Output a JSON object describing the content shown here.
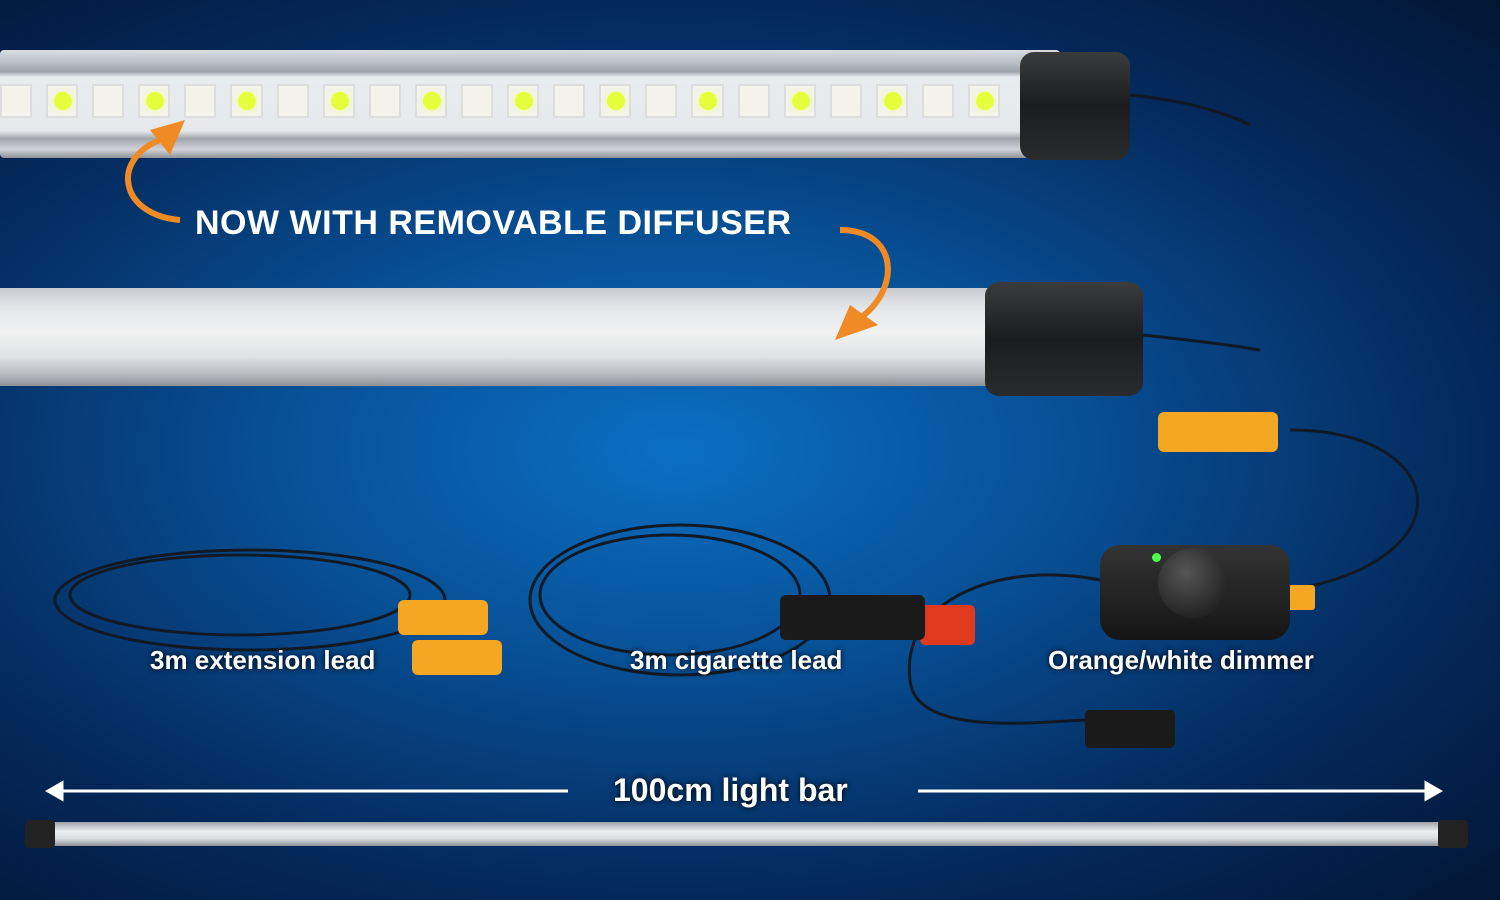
{
  "headline": "NOW WITH REMOVABLE DIFFUSER",
  "labels": {
    "extension": "3m extension lead",
    "cigarette": "3m cigarette lead",
    "dimmer": "Orange/white dimmer",
    "lightbar": "100cm light bar"
  },
  "colors": {
    "accent_arrow": "#f08a24",
    "connector_orange": "#f5a623",
    "plug_red": "#e03a1e"
  }
}
